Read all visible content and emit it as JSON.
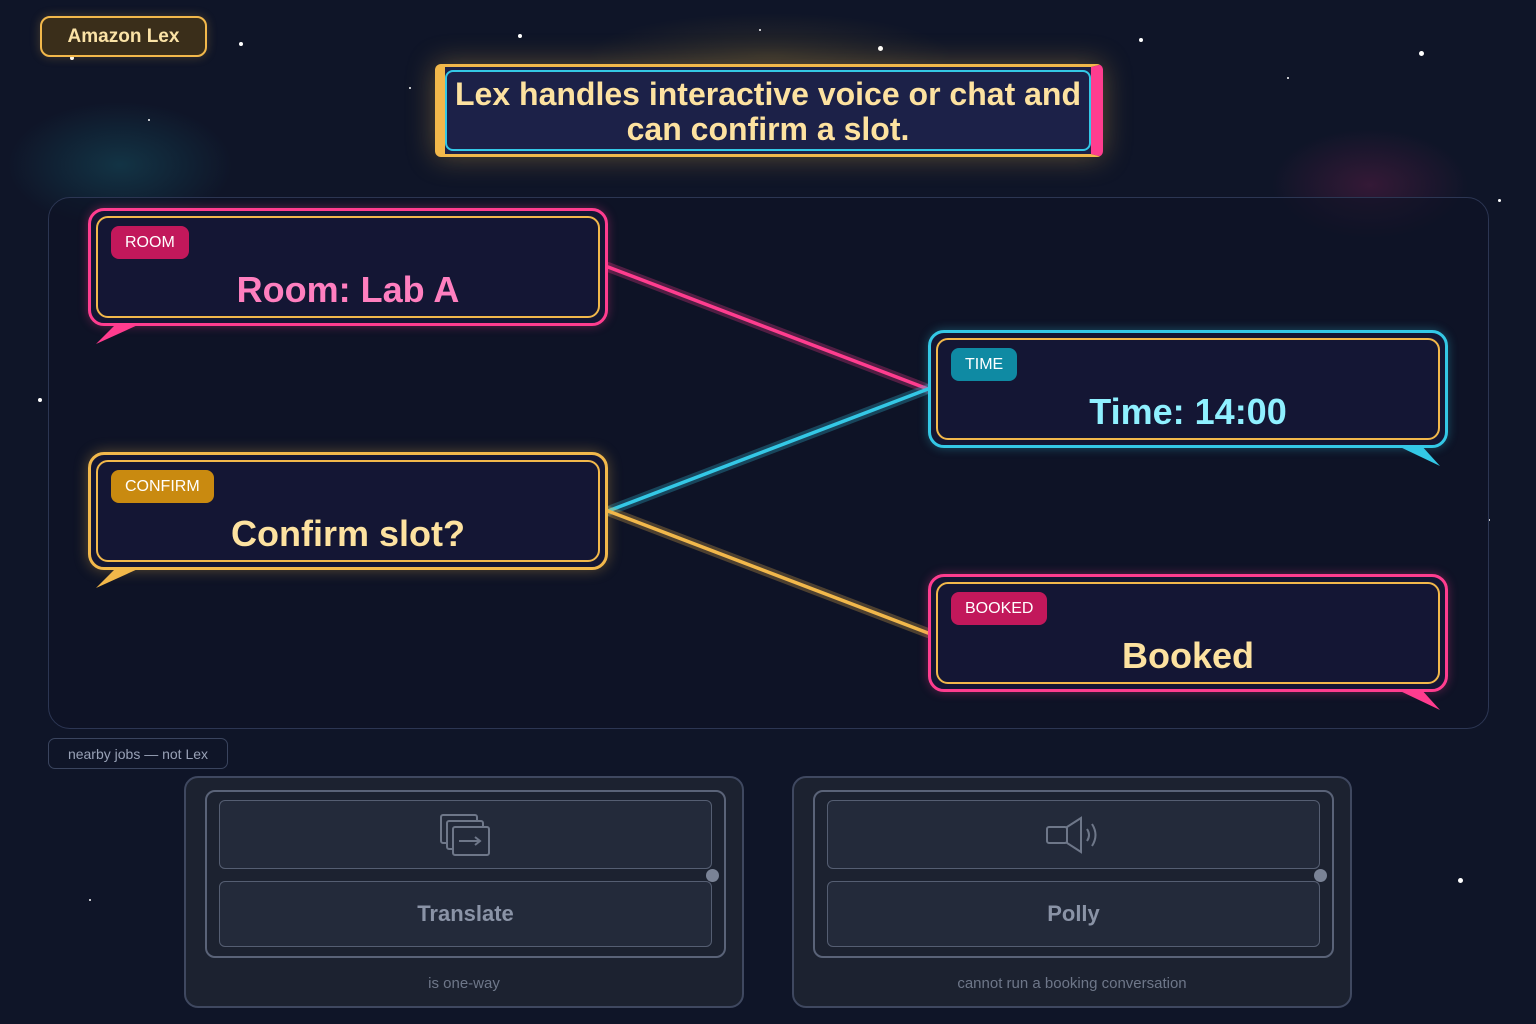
{
  "brand": {
    "label": "Amazon Lex"
  },
  "headline": {
    "text": "Lex handles interactive voice or chat and can confirm a slot."
  },
  "nodes": {
    "room": {
      "tag": "ROOM",
      "text": "Room: Lab A",
      "color": "#ff3d8f"
    },
    "time": {
      "tag": "TIME",
      "text": "Time: 14:00",
      "color": "#34c8e6"
    },
    "confirm": {
      "tag": "CONFIRM",
      "text": "Confirm slot?",
      "color": "#f2b84b"
    },
    "booked": {
      "tag": "BOOKED",
      "text": "Booked",
      "color": "#ff3d8f"
    }
  },
  "links": [
    {
      "from": "room",
      "to": "time",
      "color": "#ff3d8f"
    },
    {
      "from": "confirm",
      "to": "time",
      "color": "#34c8e6"
    },
    {
      "from": "confirm",
      "to": "booked",
      "color": "#f2b84b"
    }
  ],
  "distractors": {
    "caption": "nearby jobs — not Lex",
    "cards": [
      {
        "label": "Translate",
        "icon": "slides-stack-icon",
        "note": "is one-way"
      },
      {
        "label": "Polly",
        "icon": "speaker-icon",
        "note": "cannot run a booking conversation"
      }
    ]
  }
}
